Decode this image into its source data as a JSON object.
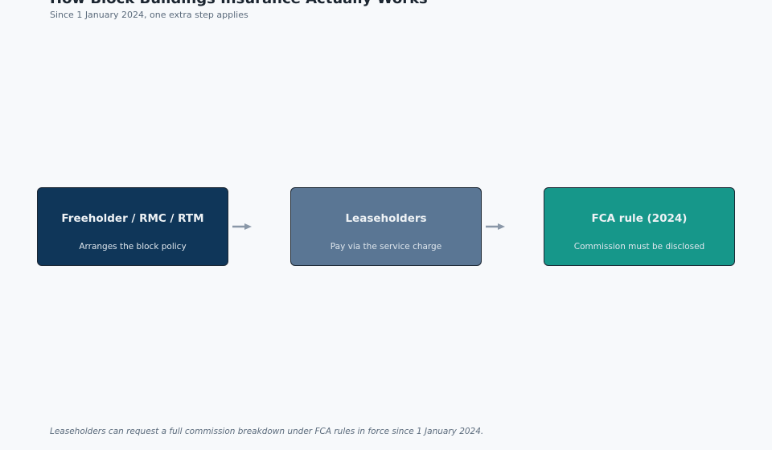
{
  "header": {
    "title": "How Block Buildings Insurance Actually Works",
    "subtitle": "Since 1 January 2024, one extra step applies"
  },
  "flow": {
    "steps": [
      {
        "title": "Freeholder / RMC / RTM",
        "description": "Arranges the block policy",
        "color": "#0f3659"
      },
      {
        "title": "Leaseholders",
        "description": "Pay via the service charge",
        "color": "#5a7694"
      },
      {
        "title": "FCA rule (2024)",
        "description": "Commission must be disclosed",
        "color": "#16978a"
      }
    ],
    "arrow_color": "#8a98a8"
  },
  "footnote": "Leaseholders can request a full commission breakdown under FCA rules in force since 1 January 2024."
}
